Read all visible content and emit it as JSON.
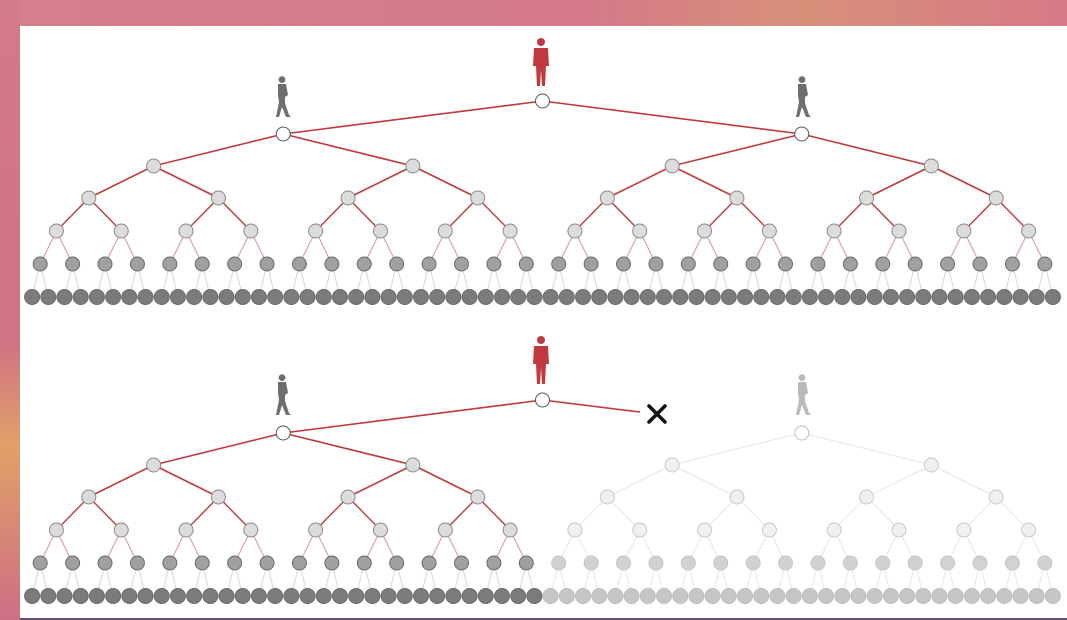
{
  "diagram": {
    "trees": [
      {
        "id": "top",
        "state": "intact",
        "levels": 7,
        "leaders": [
          "active",
          "active",
          "active"
        ]
      },
      {
        "id": "bottom",
        "state": "right-branch-severed",
        "levels": 7,
        "leaders": [
          "active",
          "active",
          "faded"
        ],
        "cut_marker": "✕"
      }
    ],
    "colors": {
      "edge_active": "#c0393f",
      "edge_fade": "#d8a3a5",
      "edge_leaf": "#d6d6d6",
      "edge_inactive": "#e6e6e6",
      "root_node": "#ffffff",
      "mid_node": "#dcdcdc",
      "low_node": "#a0a0a0",
      "leaf_node": "#7b7b7b",
      "inactive_leaf": "#c6c6c6",
      "figure_red": "#c0393f",
      "figure_dark": "#6e6e6e",
      "figure_faded": "#b9b9b9"
    },
    "icons": [
      "person-standing-icon",
      "person-walking-icon",
      "cut-x-icon"
    ]
  }
}
